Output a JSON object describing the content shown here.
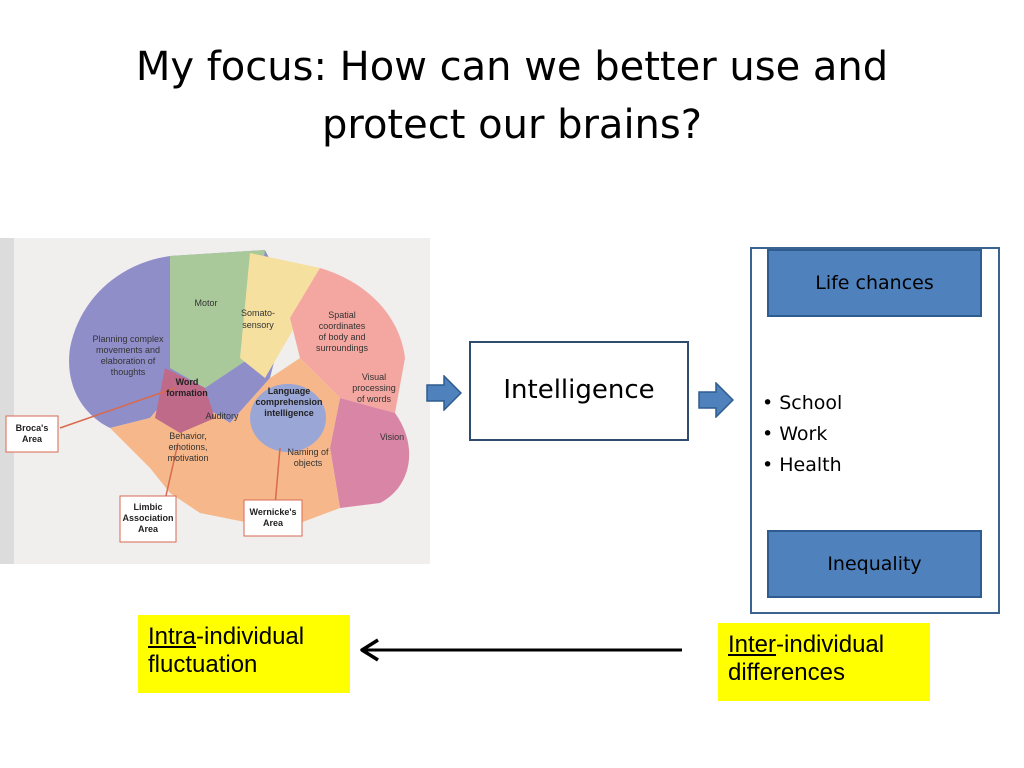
{
  "title": "My focus: How can we better use and protect our brains?",
  "brain_labels": {
    "motor": "Motor",
    "somato": [
      "Somato-",
      "sensory"
    ],
    "spatial": [
      "Spatial",
      "coordinates",
      "of body and",
      "surroundings"
    ],
    "planning": [
      "Planning complex",
      "movements and",
      "elaboration of",
      "thoughts"
    ],
    "word_formation": [
      "Word",
      "formation"
    ],
    "language": [
      "Language",
      "comprehension",
      "intelligence"
    ],
    "visual": [
      "Visual",
      "processing",
      "of words"
    ],
    "auditory": "Auditory",
    "vision": "Vision",
    "behavior": [
      "Behavior,",
      "emotions,",
      "motivation"
    ],
    "naming": [
      "Naming of",
      "objects"
    ],
    "broca": [
      "Broca's",
      "Area"
    ],
    "limbic": [
      "Limbic",
      "Association",
      "Area"
    ],
    "wernicke": [
      "Wernicke's",
      "Area"
    ]
  },
  "intelligence_label": "Intelligence",
  "life_chances_label": "Life chances",
  "bullets": [
    "School",
    "Work",
    "Health"
  ],
  "inequality_label": "Inequality",
  "intra": {
    "underlined": "Intra",
    "rest": "-individual",
    "line2": "fluctuation"
  },
  "inter": {
    "underlined": "Inter",
    "rest": "-individual",
    "line2": "differences"
  },
  "colors": {
    "box_blue": "#4f81bd",
    "highlight": "#ffff00",
    "arrow_blue": "#4f81bd"
  }
}
